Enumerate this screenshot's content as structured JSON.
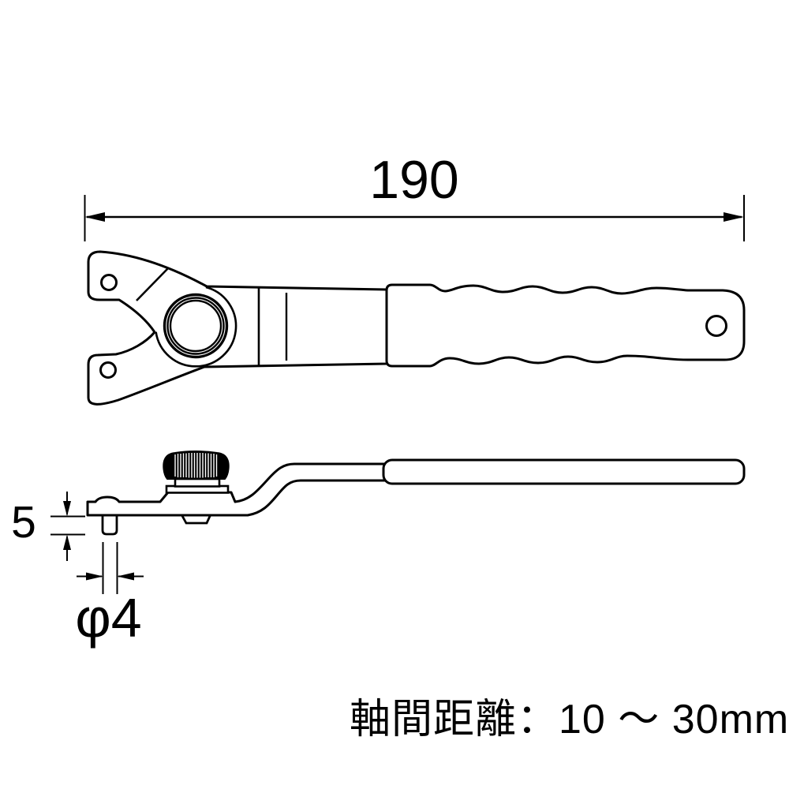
{
  "colors": {
    "background": "#ffffff",
    "line": "#000000",
    "knob_fill": "#000000"
  },
  "dimensions": {
    "overall_length": "190",
    "pin_protrusion": "5",
    "pin_diameter": "φ4"
  },
  "note": {
    "spec": "軸間距離：10 〜 30mm"
  }
}
